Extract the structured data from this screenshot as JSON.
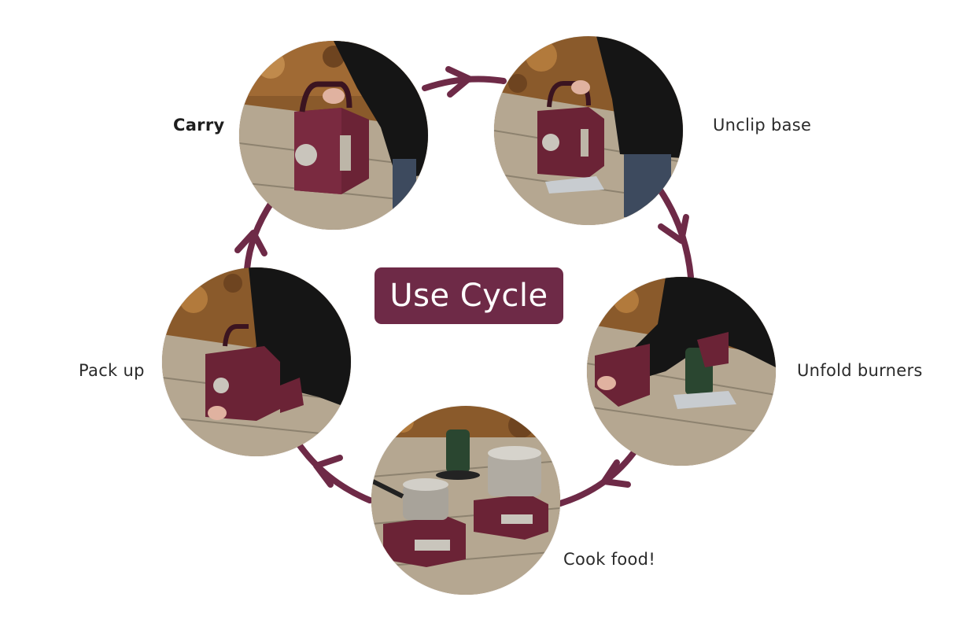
{
  "title": "Use Cycle",
  "colors": {
    "accent": "#6e2a47",
    "stove": "#6b2336",
    "wood": "#b5a791",
    "leaves": "#8a5a2b",
    "jacket": "#151515"
  },
  "steps": [
    {
      "label": "Carry",
      "image": "person-carrying-stove"
    },
    {
      "label": "Unclip base",
      "image": "person-unclipping-base"
    },
    {
      "label": "Unfold burners",
      "image": "person-unfolding-burners"
    },
    {
      "label": "Cook food!",
      "image": "stove-with-pots-cooking"
    },
    {
      "label": "Pack up",
      "image": "person-packing-stove"
    }
  ]
}
